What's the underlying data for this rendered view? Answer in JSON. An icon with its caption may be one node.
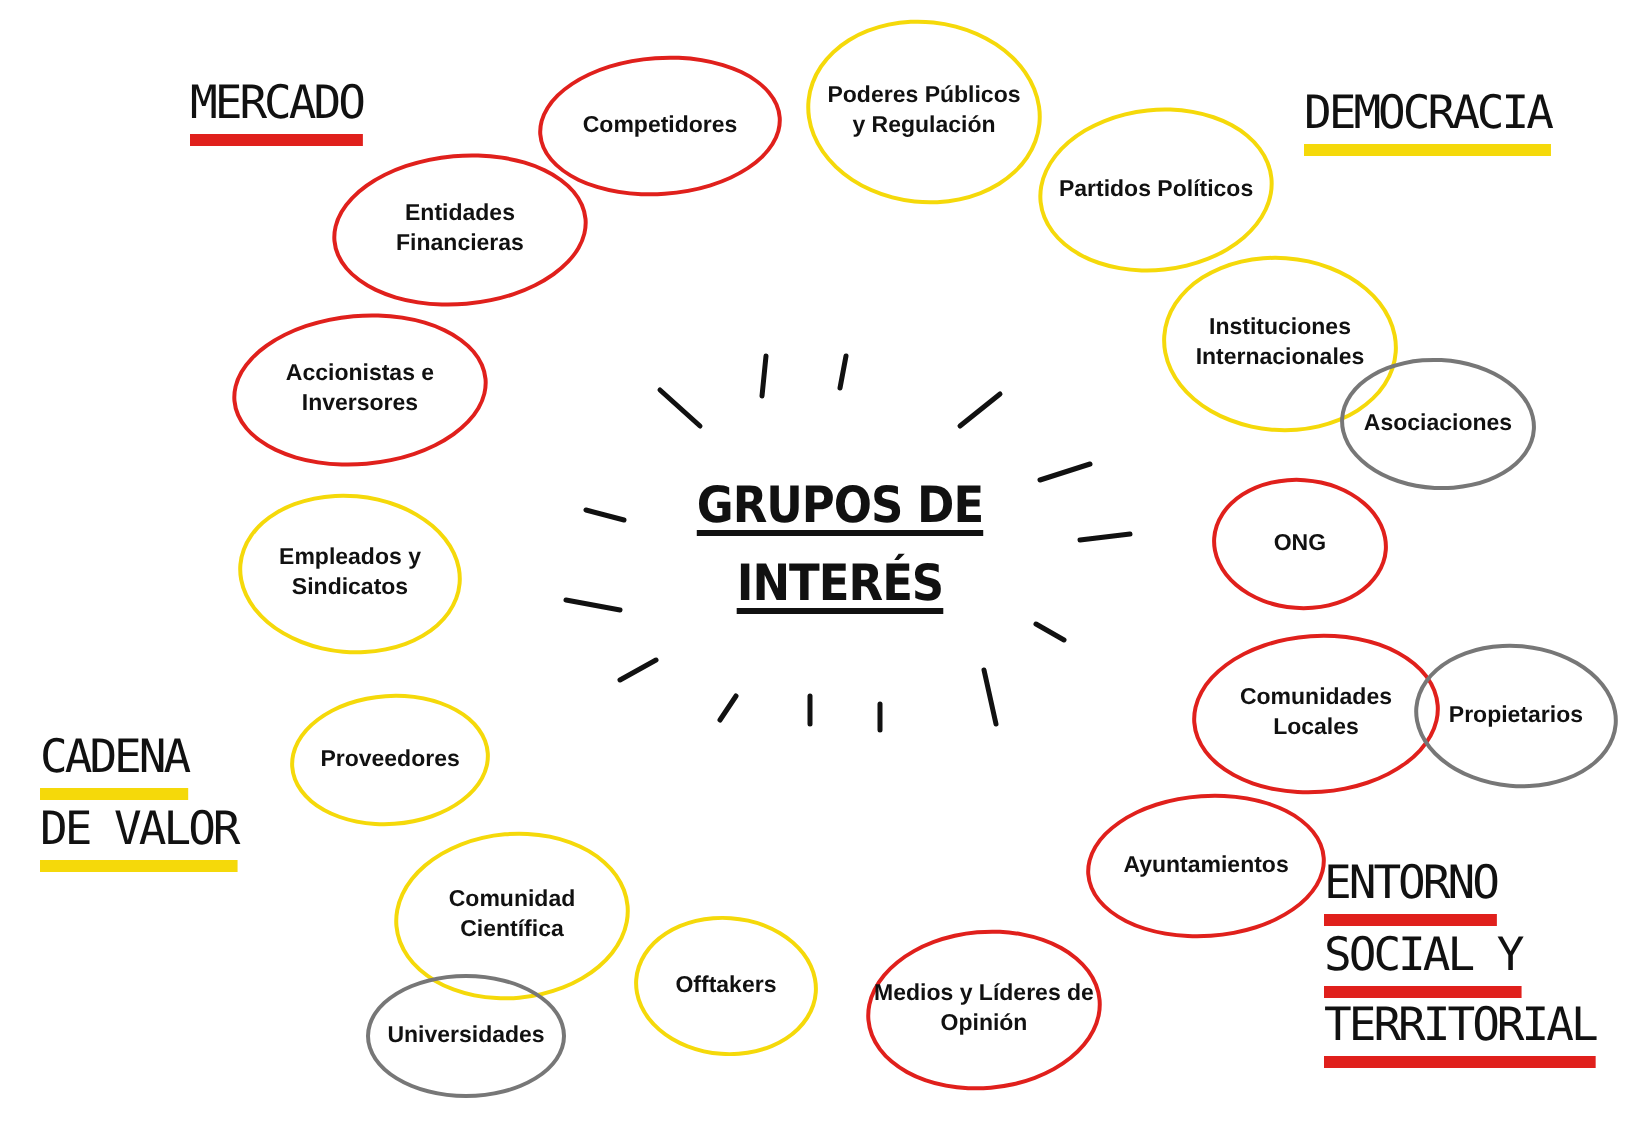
{
  "diagram": {
    "nodes": [
      {
        "text": [
          "GRUPOS DE INTERÉS"
        ]
      },
      {
        "text": [
          "Competidores"
        ]
      },
      {
        "text": [
          "Poderes Públicos y Regulación"
        ]
      },
      {
        "text": [
          "Partidos Políticos"
        ]
      },
      {
        "text": [
          "Entidades Financieras"
        ]
      },
      {
        "text": [
          "Instituciones Internacionales"
        ]
      },
      {
        "text": [
          "Asociaciones"
        ]
      },
      {
        "text": [
          "Accionistas e Inversores"
        ]
      },
      {
        "text": [
          "ONG"
        ]
      },
      {
        "text": [
          "Empleados y Sindicatos"
        ]
      },
      {
        "text": [
          "Comunidades Locales"
        ]
      },
      {
        "text": [
          "Propietarios"
        ]
      },
      {
        "text": [
          "Proveedores"
        ]
      },
      {
        "text": [
          "Ayuntamientos"
        ]
      },
      {
        "text": [
          "Comunidad Científica"
        ]
      },
      {
        "text": [
          "Offtakers"
        ]
      },
      {
        "text": [
          "Medios y Líderes de Opinión"
        ]
      },
      {
        "text": [
          "Universidades"
        ]
      }
    ],
    "labels": [
      "MERCADO",
      "DEMOCRACIA",
      "CADENA DE VALOR",
      "ENTORNO SOCIAL Y TERRITORIAL"
    ]
  }
}
